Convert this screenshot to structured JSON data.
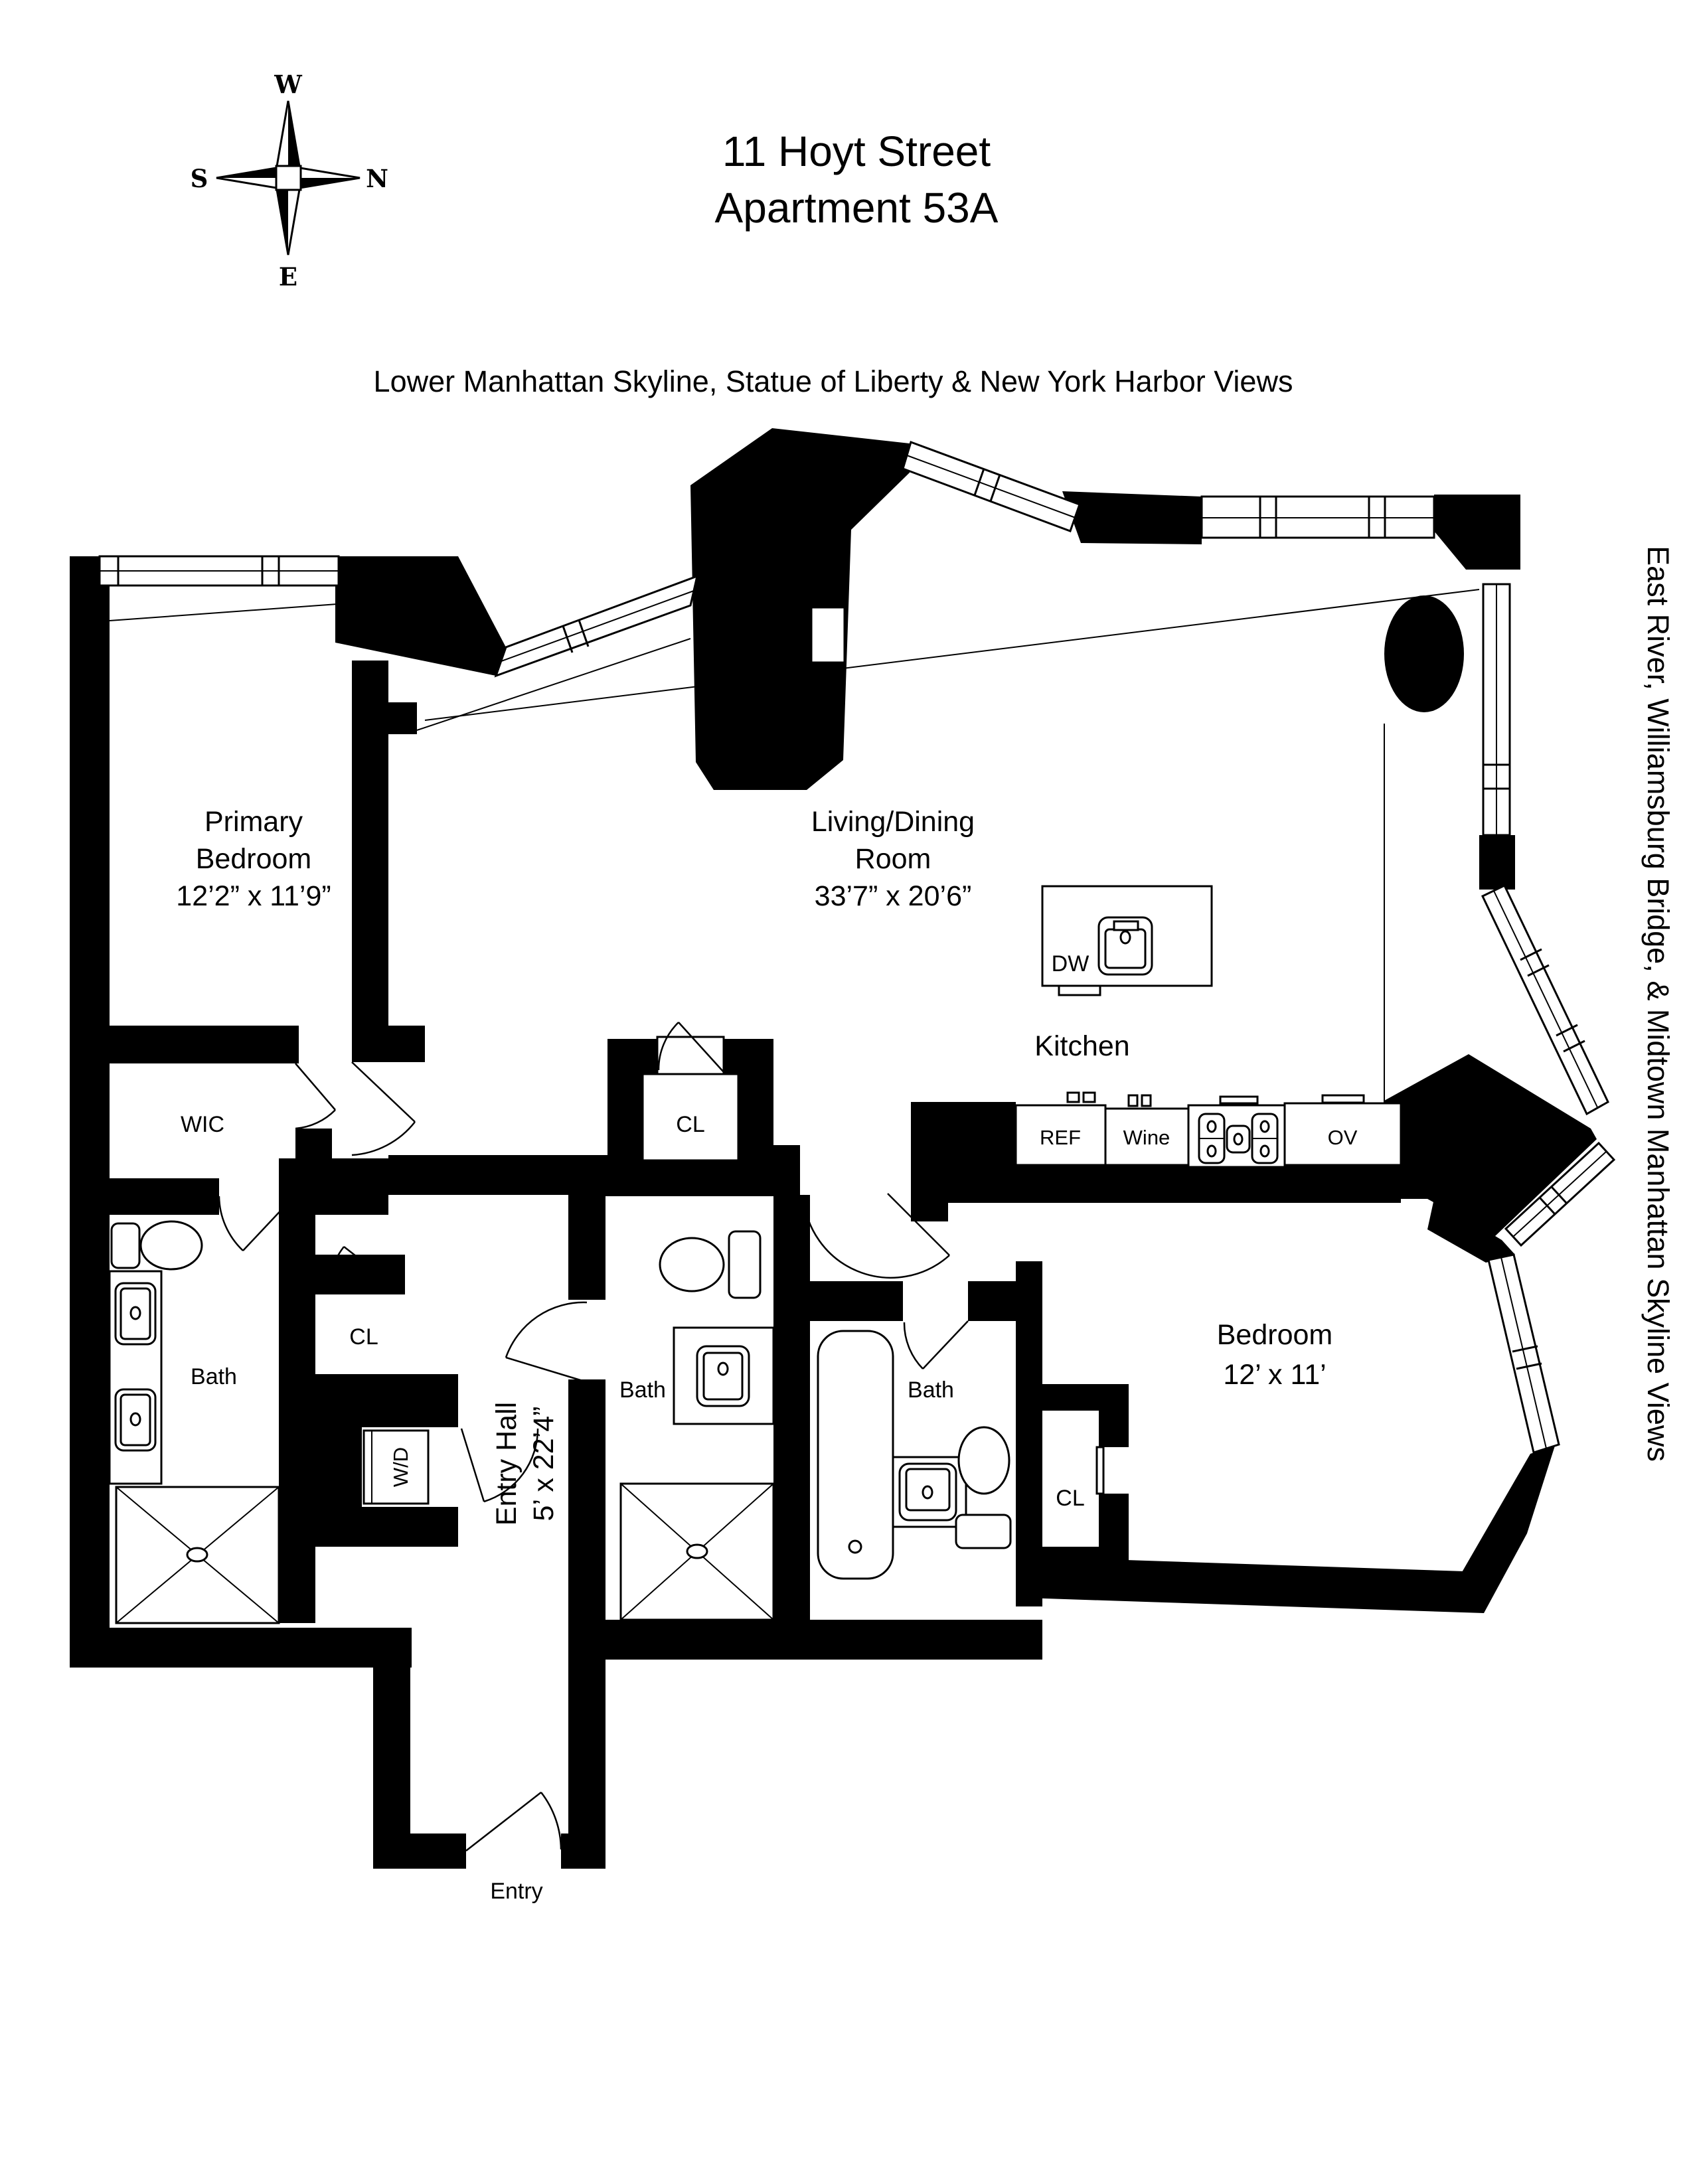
{
  "header": {
    "title_line1": "11 Hoyt Street",
    "title_line2": "Apartment 53A",
    "subtitle": "Lower Manhattan Skyline, Statue of Liberty & New York Harbor Views"
  },
  "notes": {
    "right_vertical": "East River, Williamsburg Bridge, & Midtown Manhattan Skyline Views"
  },
  "compass": {
    "top": "W",
    "right": "N",
    "left": "S",
    "bottom": "E"
  },
  "rooms": {
    "primary_bedroom": {
      "name_line1": "Primary",
      "name_line2": "Bedroom",
      "dims": "12’2” x 11’9”"
    },
    "living_dining": {
      "name_line1": "Living/Dining",
      "name_line2": "Room",
      "dims": "33’7” x 20’6”"
    },
    "kitchen": {
      "name": "Kitchen"
    },
    "bedroom": {
      "name": "Bedroom",
      "dims": "12’ x 11’"
    },
    "entry_hall": {
      "name": "Entry Hall",
      "dims": "5’ x 22’4”"
    },
    "wic": {
      "name": "WIC"
    },
    "primary_bath": {
      "name": "Bath"
    },
    "bath_2": {
      "name": "Bath"
    },
    "bath_3": {
      "name": "Bath"
    },
    "closet_primary": {
      "name": "CL"
    },
    "closet_living": {
      "name": "CL"
    },
    "closet_bedroom": {
      "name": "CL"
    },
    "laundry": {
      "name": "W/D"
    },
    "entry": {
      "name": "Entry"
    }
  },
  "appliances": {
    "dishwasher": "DW",
    "refrigerator": "REF",
    "wine_fridge": "Wine",
    "oven": "OV"
  }
}
